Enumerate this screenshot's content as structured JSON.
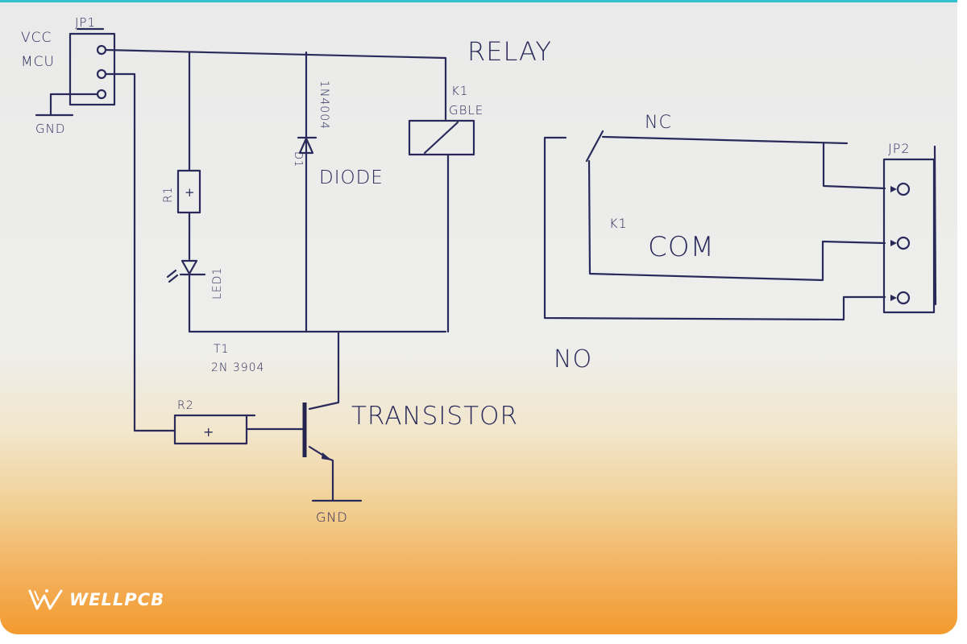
{
  "diagram": {
    "type": "hand-drawn relay driver schematic",
    "colors": {
      "ink": "#2a2a5a",
      "paper": "#eaeaea",
      "accent_orange": "#f39a2e",
      "top_strip": "#33c2cf"
    },
    "labels": {
      "vcc": "VCC",
      "mcu": "MCU",
      "jp1": "JP1",
      "gnd_top": "GND",
      "r1": "R1",
      "r1_symbol": "+",
      "led1": "LED1",
      "d1": "D1",
      "d1_part": "1N4004",
      "diode": "DIODE",
      "k1_coil": "K1",
      "k1_part": "GBLE",
      "relay": "RELAY",
      "t1": "T1",
      "t1_part": "2N 3904",
      "r2": "R2",
      "r2_symbol": "+",
      "transistor": "TRANSISTOR",
      "gnd_bottom": "GND",
      "nc": "NC",
      "k1_switch": "K1",
      "com": "COM",
      "no": "NO",
      "jp2": "JP2"
    },
    "components": [
      {
        "ref": "JP1",
        "type": "3-pin header",
        "pins": [
          "VCC",
          "MCU",
          "GND"
        ]
      },
      {
        "ref": "R1",
        "type": "resistor"
      },
      {
        "ref": "LED1",
        "type": "LED"
      },
      {
        "ref": "D1",
        "type": "diode",
        "part": "1N4004"
      },
      {
        "ref": "K1",
        "type": "relay",
        "part": "GBLE",
        "contacts": [
          "NC",
          "COM",
          "NO"
        ]
      },
      {
        "ref": "T1",
        "type": "NPN transistor",
        "part": "2N3904"
      },
      {
        "ref": "R2",
        "type": "resistor"
      },
      {
        "ref": "JP2",
        "type": "3-pin header",
        "pins": [
          "NC",
          "COM",
          "NO"
        ]
      }
    ]
  },
  "watermark": {
    "brand": "WELLPCB",
    "icon": "wellpcb-logo-icon"
  }
}
